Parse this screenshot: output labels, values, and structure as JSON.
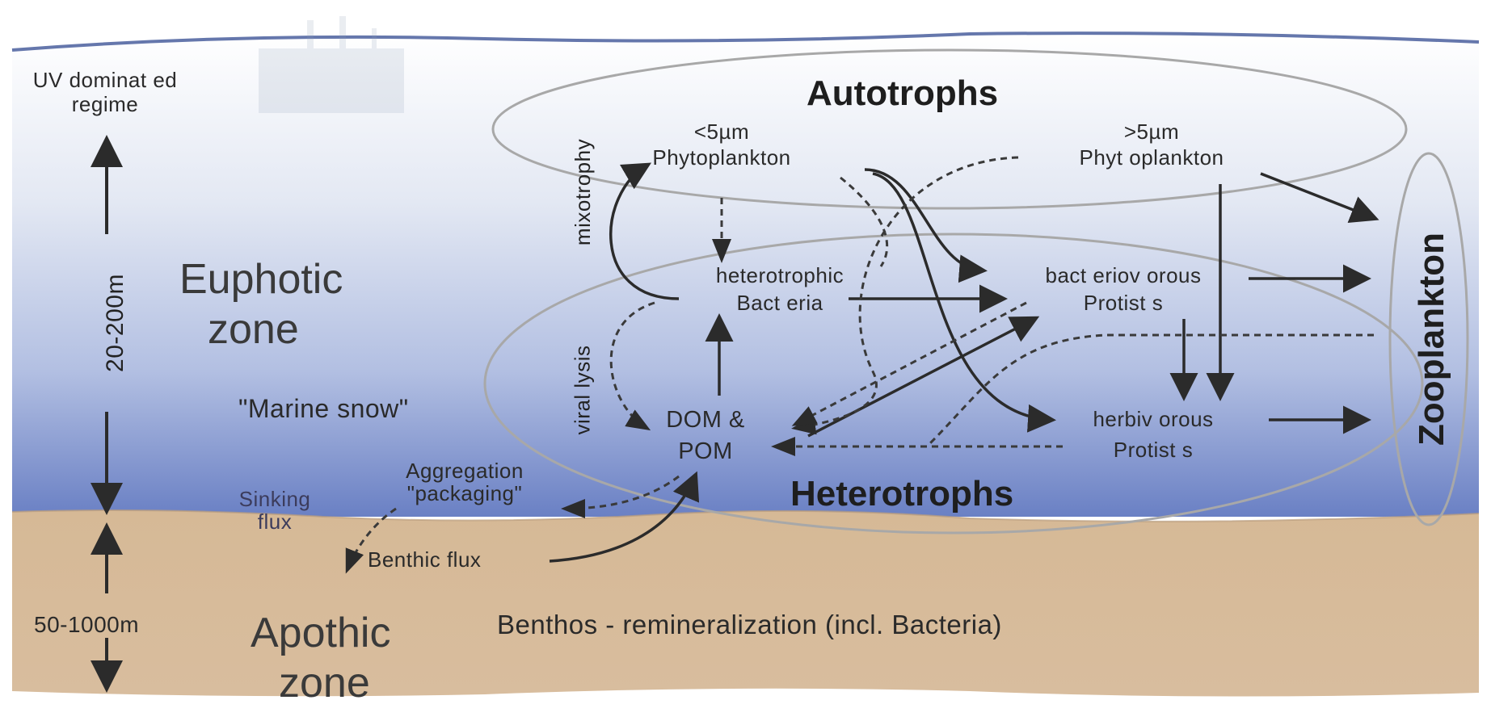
{
  "labels": {
    "uv_regime_line1": "UV dominat ed",
    "uv_regime_line2": "regime",
    "depth_euphotic": "20-200m",
    "depth_apothic": "50-1000m",
    "euphotic_line1": "Euphotic",
    "euphotic_line2": "zone",
    "apothic_line1": "Apothic",
    "apothic_line2": "zone",
    "marine_snow": "\"Marine snow\"",
    "aggregation_line1": "Aggregation",
    "aggregation_line2": "\"packaging\"",
    "sinking_line1": "Sinking",
    "sinking_line2": "flux",
    "benthic_flux": "Benthic flux",
    "benthos": "Benthos  - remineralization (incl. Bacteria)",
    "autotrophs": "Autotrophs",
    "heterotrophs": "Heterotrophs",
    "zooplankton": "Zooplankton",
    "small_phyto_size": "<5µm",
    "small_phyto_name": "Phytoplankton",
    "large_phyto_size": ">5µm",
    "large_phyto_name": "Phyt oplankton",
    "het_bact_line1": "heterotrophic",
    "het_bact_line2": "Bact eria",
    "bact_protists_line1": "bact eriov orous",
    "bact_protists_line2": "Protist s",
    "herb_protists_line1": "herbiv orous",
    "herb_protists_line2": "Protist s",
    "dom_line1": "DOM &",
    "dom_line2": "POM",
    "mixotrophy": "mixotrophy",
    "viral_lysis": "viral lysis"
  },
  "colors": {
    "sky_top": "#ffffff",
    "water_mid": "#c4cee6",
    "water_deep": "#6f83c6",
    "sediment": "#d2b494",
    "arrow": "#2b2b2b",
    "ellipse": "#a8a8a8"
  }
}
